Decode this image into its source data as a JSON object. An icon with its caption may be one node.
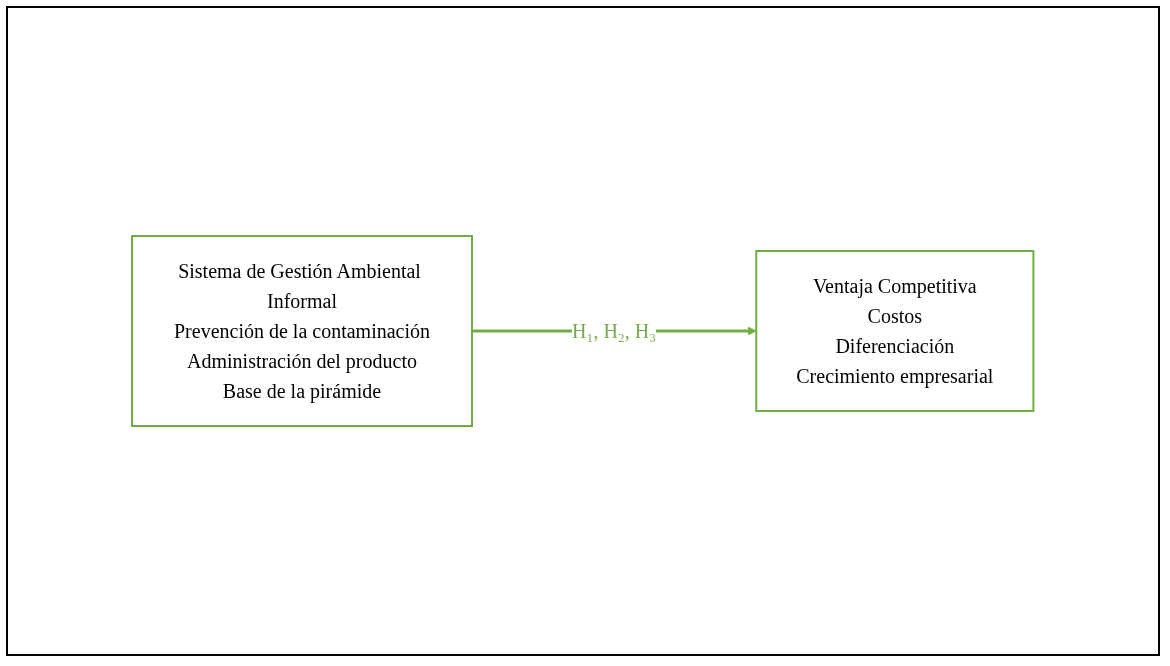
{
  "diagram": {
    "nodes": [
      {
        "text": [
          "Sistema de Gestión Ambiental Informal",
          "Prevención de la contaminación",
          "Administración del producto",
          "Base de la pirámide"
        ]
      },
      {
        "text": [
          "Ventaja Competitiva",
          "Costos",
          "Diferenciación",
          "Crecimiento empresarial"
        ]
      }
    ],
    "edges": [
      {
        "from": 0,
        "to": 1,
        "arrow": "to",
        "label": "H₁, H₂, H₃"
      }
    ]
  }
}
